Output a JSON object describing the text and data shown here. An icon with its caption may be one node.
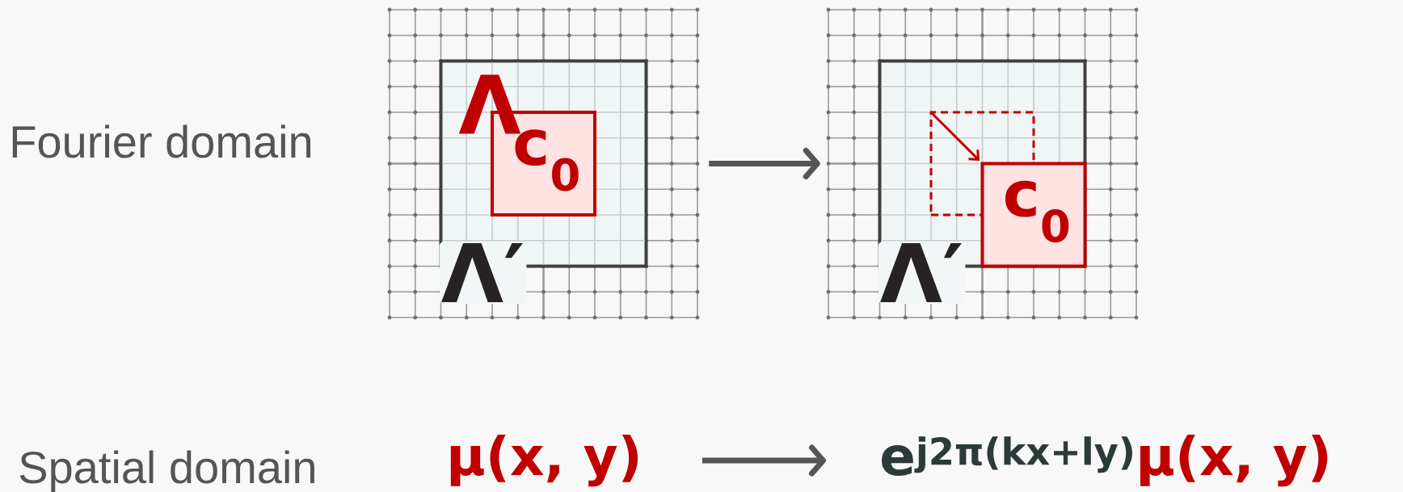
{
  "diagram": {
    "nodes": [
      {
        "text": [],
        "shape": "picture"
      },
      {
        "text": [
          "Λ′"
        ],
        "in": 0
      },
      {
        "text": [
          "Λ",
          "c$_{0}$"
        ],
        "in": 1
      },
      {
        "text": [],
        "shape": "picture"
      },
      {
        "text": [
          "Λ′"
        ],
        "in": 3
      },
      {
        "text": [],
        "shape": "box",
        "in": 4
      },
      {
        "text": [
          "c$_{0}$"
        ],
        "in": 4
      },
      {
        "text": [
          "μ(x, y)"
        ]
      },
      {
        "text": [
          "e$^{j2π(kx+ly)}$",
          "μ(x, y)"
        ]
      }
    ],
    "edges": [
      {
        "from": 0,
        "to": 3,
        "arrow": "to"
      },
      {
        "from": 5,
        "to": 6,
        "arrow": "to",
        "color": "#c00000"
      },
      {
        "from": 7,
        "to": 8,
        "arrow": "to"
      }
    ],
    "labels": [
      "Fourier domain",
      "Spatial domain"
    ]
  }
}
